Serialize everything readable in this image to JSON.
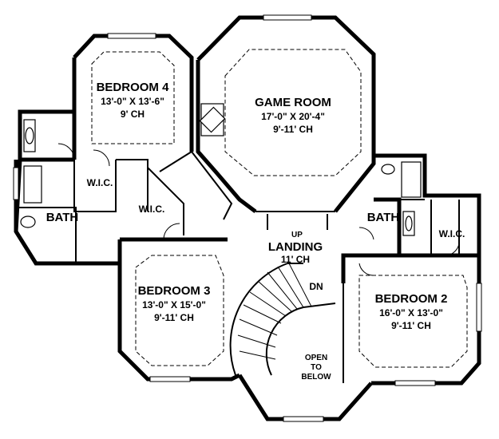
{
  "rooms": {
    "bedroom4": {
      "name": "BEDROOM 4",
      "size": "13'-0\" X 13'-6\"",
      "ceiling": "9' CH"
    },
    "game_room": {
      "name": "GAME ROOM",
      "size": "17'-0\" X 20'-4\"",
      "ceiling": "9'-11' CH"
    },
    "bedroom3": {
      "name": "BEDROOM 3",
      "size": "13'-0\" X 15'-0\"",
      "ceiling": "9'-11' CH"
    },
    "bedroom2": {
      "name": "BEDROOM 2",
      "size": "16'-0\" X 13'-0\"",
      "ceiling": "9'-11' CH"
    },
    "landing": {
      "name": "LANDING",
      "ceiling": "11' CH"
    }
  },
  "labels": {
    "wic_left": "W.I.C.",
    "wic_center": "W.I.C.",
    "wic_right": "W.I.C.",
    "bath_left": "BATH",
    "bath_right": "BATH",
    "up": "UP",
    "dn": "DN",
    "open_line1": "OPEN",
    "open_line2": "TO",
    "open_line3": "BELOW"
  }
}
